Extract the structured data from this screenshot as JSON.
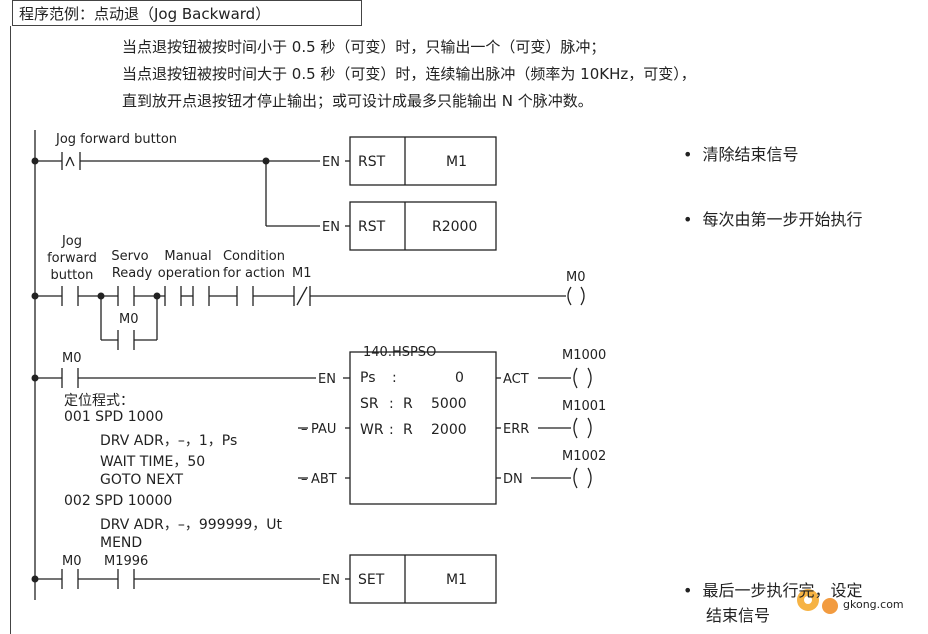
{
  "title": "程序范例：点动退（Jog Backward）",
  "intro": [
    "当点退按钮被按时间小于 0.5 秒（可变）时，只输出一个（可变）脉冲；",
    "当点退按钮被按时间大于 0.5 秒（可变）时，连续输出脉冲（频率为 10KHz，可变），",
    "直到放开点退按钮才停止输出；或可设计成最多只能输出 N 个脉冲数。"
  ],
  "rung1": {
    "contact_label": "Jog forward button",
    "box1": {
      "en": "EN",
      "op": "RST",
      "arg": "M1"
    },
    "box2": {
      "en": "EN",
      "op": "RST",
      "arg": "R2000"
    }
  },
  "rung2": {
    "labels": {
      "jog_1": "Jog",
      "jog_2": "forward",
      "jog_3": "button",
      "servo_1": "Servo",
      "servo_2": "Ready",
      "manual_1": "Manual",
      "manual_2": "operation",
      "cond_1": "Condition",
      "cond_2": "for action",
      "m1": "M1"
    },
    "parallel_contact": "M0",
    "coil": "M0"
  },
  "rung3": {
    "contact": "M0",
    "block_title": "140.HSPSO",
    "inputs": {
      "en": "EN",
      "pau": "PAU",
      "abt": "ABT"
    },
    "params": {
      "ps_label": "Ps",
      "ps_colon": ":",
      "ps_value": "0",
      "sr_label": "SR",
      "sr_sep": ":",
      "sr_reg": "R",
      "sr_value": "5000",
      "wr_label": "WR",
      "wr_sep": ":",
      "wr_reg": "R",
      "wr_value": "2000"
    },
    "outputs": {
      "act": "ACT",
      "err": "ERR",
      "dn": "DN"
    },
    "coils": {
      "act": "M1000",
      "err": "M1001",
      "dn": "M1002"
    }
  },
  "program": {
    "heading": "定位程式：",
    "lines": [
      "001 SPD 1000",
      "DRV ADR，–，1，Ps",
      "WAIT TIME，50",
      "GOTO NEXT",
      "002 SPD 10000",
      "DRV ADR，–，999999，Ut",
      "MEND"
    ]
  },
  "rung4": {
    "contact1": "M0",
    "contact2": "M1996",
    "box": {
      "en": "EN",
      "op": "SET",
      "arg": "M1"
    }
  },
  "notes": [
    "清除结束信号",
    "每次由第一步开始执行",
    "最后一步执行完，设定",
    "结束信号"
  ],
  "bullet": "•",
  "watermark": "gkong.com",
  "colors": {
    "line": "#222222",
    "watermark": "#f08a1e"
  }
}
